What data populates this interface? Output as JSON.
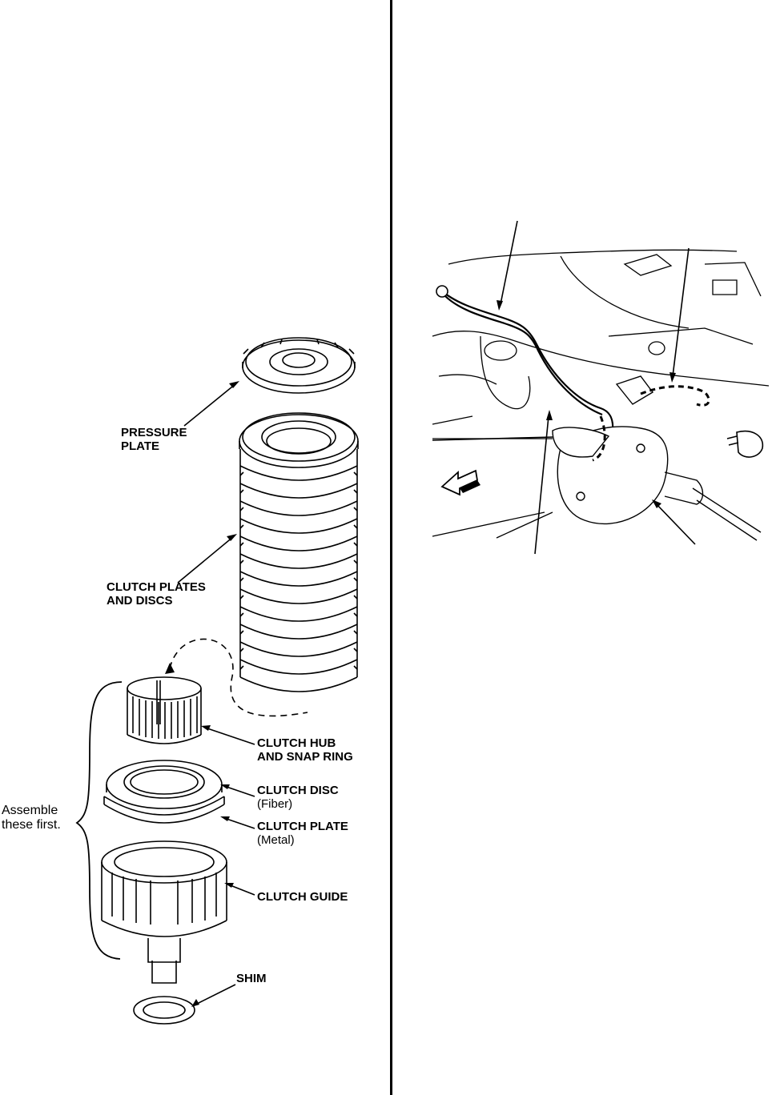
{
  "labels": {
    "pressure_plate": [
      "PRESSURE",
      "PLATE"
    ],
    "clutch_plates_discs": [
      "CLUTCH PLATES",
      "AND DISCS"
    ],
    "clutch_hub": [
      "CLUTCH HUB",
      "AND SNAP RING"
    ],
    "clutch_disc": {
      "name": "CLUTCH DISC",
      "note": "(Fiber)"
    },
    "clutch_plate": {
      "name": "CLUTCH PLATE",
      "note": "(Metal)"
    },
    "clutch_guide": "CLUTCH GUIDE",
    "shim": "SHIM",
    "assemble": [
      "Assemble",
      "these first."
    ]
  }
}
